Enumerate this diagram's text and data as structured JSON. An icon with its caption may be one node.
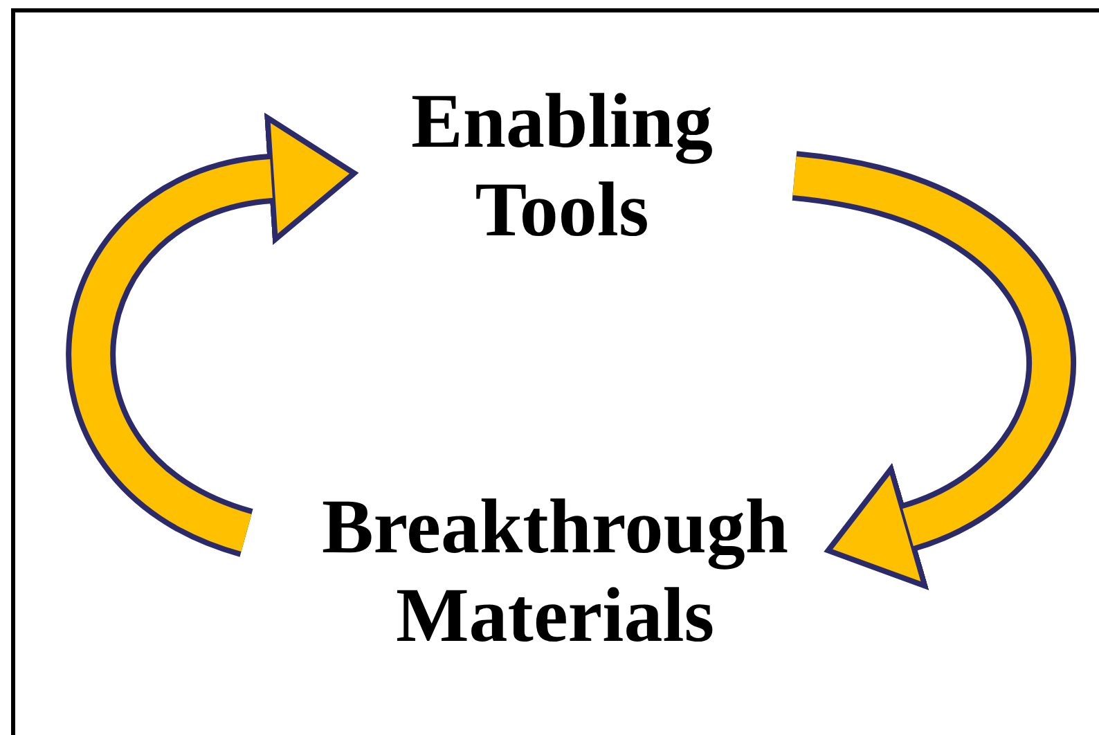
{
  "diagram": {
    "nodes": [
      {
        "text": [
          "Enabling Tools"
        ]
      },
      {
        "text": [
          "Breakthrough Materials"
        ]
      }
    ],
    "edges": [
      {
        "from": 0,
        "to": 1,
        "arrow": "to"
      },
      {
        "from": 1,
        "to": 0,
        "arrow": "to"
      }
    ]
  }
}
